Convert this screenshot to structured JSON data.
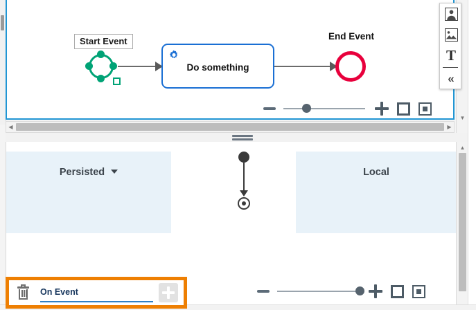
{
  "top_panel": {
    "diagram": {
      "start_event": {
        "label": "Start Event",
        "color": "#00a376",
        "selected": true
      },
      "task": {
        "label": "Do something",
        "border_color": "#1a6fd4",
        "marker_icon": "gear-icon",
        "marker_color": "#1a6fd4"
      },
      "end_event": {
        "label": "End Event",
        "color": "#e8003c"
      }
    },
    "zoom_controls": {
      "zoom_out_label": "−",
      "zoom_in_label": "+",
      "fit_icon": "fit-to-screen-icon",
      "center_icon": "center-view-icon",
      "slider_position_pct": 25
    },
    "right_toolbar": {
      "items": [
        {
          "icon": "user-avatar-icon",
          "label": ""
        },
        {
          "icon": "image-icon",
          "label": ""
        },
        {
          "icon": "text-icon",
          "label": "T"
        },
        {
          "icon": "collapse-icon",
          "label": "«"
        }
      ]
    }
  },
  "bottom_panel": {
    "lanes": [
      {
        "title": "Persisted",
        "has_dropdown": true,
        "color": "#e8f2f9"
      },
      {
        "title": "Local",
        "has_dropdown": false,
        "color": "#e8f2f9"
      }
    ],
    "state_flow": {
      "start_node_icon": "filled-circle-node",
      "end_node_icon": "target-circle-node"
    },
    "zoom_controls": {
      "zoom_out_label": "−",
      "zoom_in_label": "+",
      "fit_icon": "fit-to-screen-icon",
      "center_icon": "center-view-icon",
      "slider_position_pct": 100
    },
    "event_bar": {
      "highlight_color": "#ee7f02",
      "delete_icon": "trash-icon",
      "input_value": "On Event",
      "input_placeholder": "On Event",
      "add_label": "+"
    }
  }
}
